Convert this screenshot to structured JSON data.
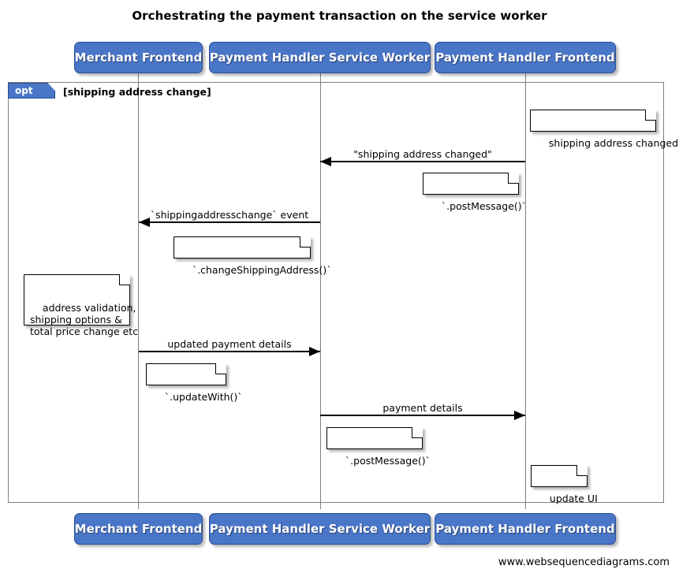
{
  "title": "Orchestrating the payment transaction on the service worker",
  "footer": "www.websequencediagrams.com",
  "colors": {
    "actor_fill": "#4a76c8",
    "actor_border": "#2a4f96",
    "actor_text": "#ffffff",
    "frame_border": "#808080",
    "line": "#000000",
    "note_fill": "#ffffff",
    "background": "#ffffff"
  },
  "actors": [
    {
      "id": "merchant-frontend",
      "label": "Merchant Frontend"
    },
    {
      "id": "payment-handler-service-worker",
      "label": "Payment Handler Service Worker"
    },
    {
      "id": "payment-handler-frontend",
      "label": "Payment Handler Frontend"
    }
  ],
  "fragment": {
    "type": "opt",
    "tag_label": "opt",
    "condition": "[shipping address change]"
  },
  "messages": [
    {
      "id": "shipping-address-changed",
      "label": "\"shipping address changed\"",
      "from": "payment-handler-frontend",
      "to": "payment-handler-service-worker",
      "direction": "left"
    },
    {
      "id": "shippingaddresschange-event",
      "label": "`shippingaddresschange` event",
      "from": "payment-handler-service-worker",
      "to": "merchant-frontend",
      "direction": "left"
    },
    {
      "id": "updated-payment-details",
      "label": "updated payment details",
      "from": "merchant-frontend",
      "to": "payment-handler-service-worker",
      "direction": "right"
    },
    {
      "id": "payment-details",
      "label": "payment details",
      "from": "payment-handler-service-worker",
      "to": "payment-handler-frontend",
      "direction": "right"
    }
  ],
  "notes": [
    {
      "id": "note-shipping-address-changed",
      "text": "shipping address changed",
      "actor": "payment-handler-frontend"
    },
    {
      "id": "note-post-message-1",
      "text": "`.postMessage()`",
      "actor": "payment-handler-frontend"
    },
    {
      "id": "note-change-shipping-address",
      "text": "`.changeShippingAddress()`",
      "actor": "payment-handler-service-worker"
    },
    {
      "id": "note-address-validation",
      "text": "address validation,\nshipping options &\ntotal price change etc",
      "actor": "merchant-frontend"
    },
    {
      "id": "note-update-with",
      "text": "`.updateWith()`",
      "actor": "merchant-frontend"
    },
    {
      "id": "note-post-message-2",
      "text": "`.postMessage()`",
      "actor": "payment-handler-service-worker"
    },
    {
      "id": "note-update-ui",
      "text": "update UI",
      "actor": "payment-handler-frontend"
    }
  ]
}
